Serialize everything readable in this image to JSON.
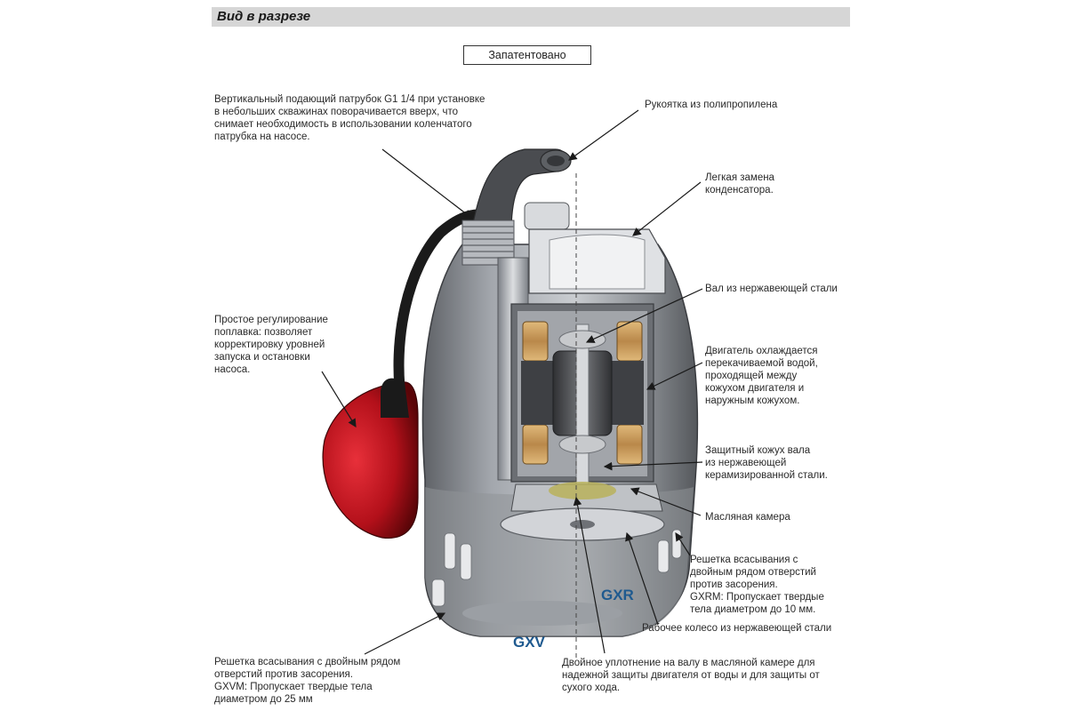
{
  "header": {
    "title": "Вид в разрезе"
  },
  "patent": {
    "label": "Запатентовано"
  },
  "callouts": {
    "outlet": {
      "lines": [
        "Вертикальный подающий патрубок G1 1/4 при установке",
        "в небольших скважинах поворачивается вверх, что",
        "снимает необходимость в использовании коленчатого",
        "патрубка на насосе."
      ]
    },
    "handle": {
      "lines": [
        "Рукоятка из полипропилена"
      ]
    },
    "capacitor": {
      "lines": [
        "Легкая  замена",
        "конденсатора."
      ]
    },
    "shaft": {
      "lines": [
        "Вал из нержавеющей стали"
      ]
    },
    "motor_cooling": {
      "lines": [
        "Двигатель охлаждается",
        "перекачиваемой водой,",
        "проходящей между",
        "кожухом двигателя и",
        "наружным кожухом."
      ]
    },
    "float": {
      "lines": [
        "Простое  регулирование",
        "поплавка:  позволяет",
        "корректировку уровней",
        "запуска  и  остановки",
        "насоса."
      ]
    },
    "shaft_sleeve": {
      "lines": [
        "Защитный кожух  вала",
        "из нержавеющей",
        "керамизированной стали."
      ]
    },
    "oil_chamber": {
      "lines": [
        "Масляная камера"
      ]
    },
    "strainer_gxr": {
      "lines": [
        "Решетка  всасывания  с",
        "двойным рядом отверстий",
        "против засорения.",
        "GXRM:  Пропускает  твердые",
        "тела диаметром до 10 мм."
      ]
    },
    "impeller": {
      "lines": [
        "Рабочее колесо из нержавеющей стали"
      ]
    },
    "strainer_gxv": {
      "lines": [
        "Решетка всасывания с двойным рядом",
        "отверстий против засорения.",
        "GXVM:  Пропускает    твердые тела",
        "диаметром до 25 мм"
      ]
    },
    "seal": {
      "lines": [
        "Двойное уплотнение на валу в масляной камере для",
        "надежной защиты двигателя от воды и для защиты от",
        "сухого хода."
      ]
    }
  },
  "models": {
    "gxr": "GXR",
    "gxv": "GXV"
  },
  "colors": {
    "accent_model": "#1f5a8f",
    "float_red": "#c8141e",
    "header_bar": "#d6d6d6",
    "copper": "#c89a56"
  }
}
